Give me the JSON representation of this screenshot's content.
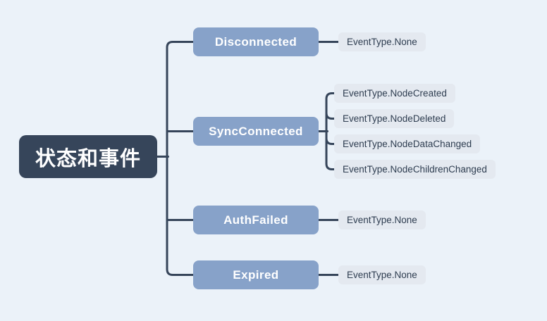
{
  "colors": {
    "background": "#EBF2F9",
    "root_fill": "#36455A",
    "root_text": "#FFFFFF",
    "branch_fill": "#87A2C9",
    "branch_text": "#FFFFFF",
    "leaf_fill": "#E4E9F0",
    "leaf_text": "#2E3D50",
    "line": "#36455A"
  },
  "root": {
    "label": "状态和事件"
  },
  "branches": [
    {
      "label": "Disconnected",
      "children": [
        "EventType.None"
      ]
    },
    {
      "label": "SyncConnected",
      "children": [
        "EventType.NodeCreated",
        "EventType.NodeDeleted",
        "EventType.NodeDataChanged",
        "EventType.NodeChildrenChanged"
      ]
    },
    {
      "label": "AuthFailed",
      "children": [
        "EventType.None"
      ]
    },
    {
      "label": "Expired",
      "children": [
        "EventType.None"
      ]
    }
  ]
}
